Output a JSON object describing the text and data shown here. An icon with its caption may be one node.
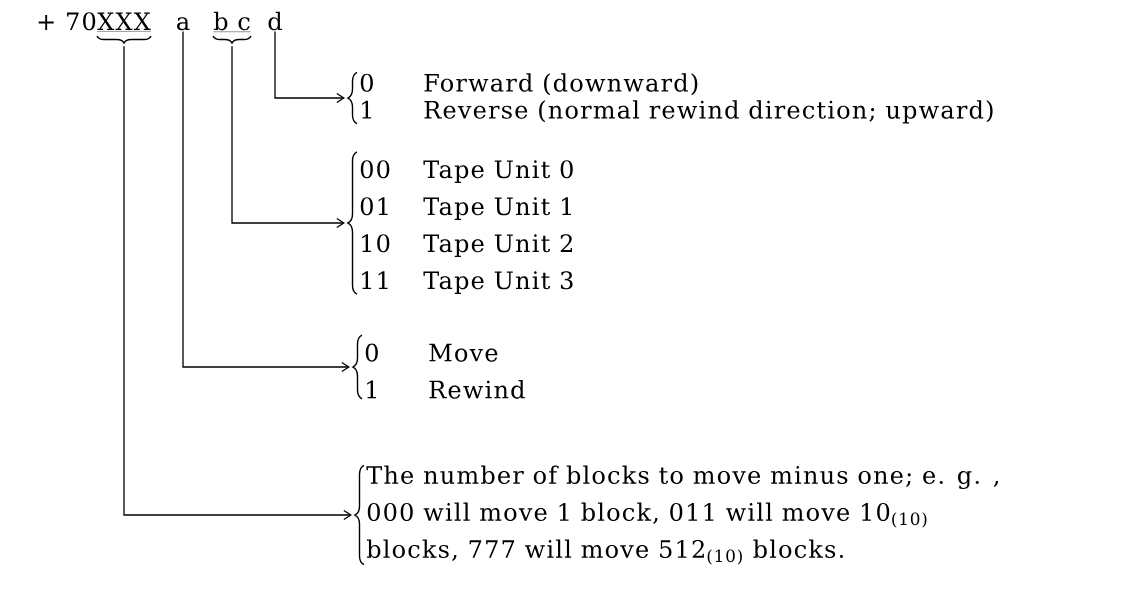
{
  "diagram": {
    "nodes": [
      {
        "text": [
          "XXX"
        ]
      },
      {
        "text": [
          "a"
        ]
      },
      {
        "text": [
          "b c"
        ]
      },
      {
        "text": [
          "d"
        ]
      },
      {
        "text": [
          "0",
          "Forward (downward)",
          "1",
          "Reverse (normal rewind direction; upward)"
        ]
      },
      {
        "text": [
          "00",
          "Tape Unit 0",
          "01",
          "Tape Unit 1",
          "10",
          "Tape Unit 2",
          "11",
          "Tape Unit 3"
        ]
      },
      {
        "text": [
          "0",
          "Move",
          "1",
          "Rewind"
        ]
      },
      {
        "text": [
          "The number of blocks to move minus one; e. g. , 000 will move 1 block, 011 will move 10$_{(10)}$ blocks, 777 will move 512$_{(10)}$ blocks."
        ]
      }
    ],
    "edges": [
      {
        "from": 3,
        "to": 4,
        "arrow": "to"
      },
      {
        "from": 2,
        "to": 5,
        "arrow": "to"
      },
      {
        "from": 1,
        "to": 6,
        "arrow": "to"
      },
      {
        "from": 0,
        "to": 7,
        "arrow": "to"
      }
    ],
    "labels": [
      "+ 70"
    ]
  }
}
